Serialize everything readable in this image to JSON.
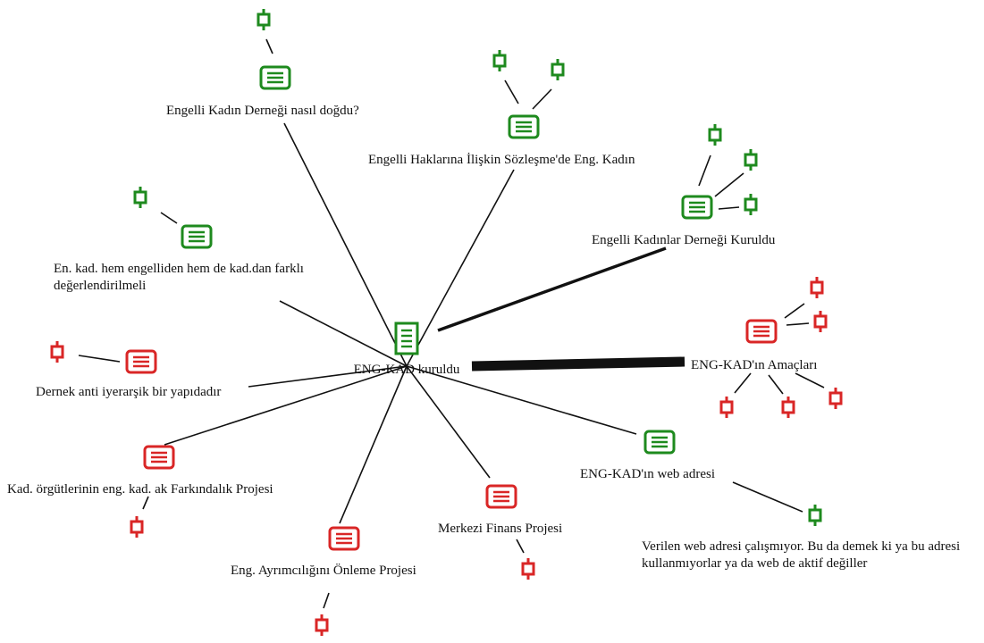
{
  "colors": {
    "green": "#1e8a1e",
    "red": "#d92626",
    "edge": "#111111",
    "text": "#111111"
  },
  "center": {
    "label": "ENG-KAD kuruldu",
    "color": "green",
    "icon": "document-icon"
  },
  "topics": [
    {
      "id": "dogdu",
      "label_lines": [
        "Engelli Kadın Derneği nasıl doğdu?"
      ],
      "color": "green",
      "icon": "memo-icon",
      "quotes": 1
    },
    {
      "id": "sozlesme",
      "label_lines": [
        "Engelli Haklarına İlişkin Sözleşme'de Eng. Kadın"
      ],
      "color": "green",
      "icon": "memo-icon",
      "quotes": 2
    },
    {
      "id": "kuruldu",
      "label_lines": [
        "Engelli Kadınlar Derneği Kuruldu"
      ],
      "color": "green",
      "icon": "memo-icon",
      "quotes": 3
    },
    {
      "id": "farkli",
      "label_lines": [
        "En. kad. hem engelliden hem de kad.dan farklı",
        "değerlendirilmeli"
      ],
      "color": "green",
      "icon": "memo-icon",
      "quotes": 1
    },
    {
      "id": "hiyerarsik",
      "label_lines": [
        "Dernek anti iyerarşik bir yapıdadır"
      ],
      "color": "red",
      "icon": "memo-icon",
      "quotes": 1
    },
    {
      "id": "amaclari",
      "label_lines": [
        "ENG-KAD'ın Amaçları"
      ],
      "color": "red",
      "icon": "memo-icon",
      "quotes": 5
    },
    {
      "id": "farkindalik",
      "label_lines": [
        "Kad. örgütlerinin eng. kad. ak Farkındalık Projesi"
      ],
      "color": "red",
      "icon": "memo-icon",
      "quotes": 1
    },
    {
      "id": "ayrimcilik",
      "label_lines": [
        "Eng. Ayrımcılığını Önleme Projesi"
      ],
      "color": "red",
      "icon": "memo-icon",
      "quotes": 1
    },
    {
      "id": "finans",
      "label_lines": [
        "Merkezi Finans Projesi"
      ],
      "color": "red",
      "icon": "memo-icon",
      "quotes": 1
    },
    {
      "id": "web",
      "label_lines": [
        "ENG-KAD'ın web adresi"
      ],
      "color": "green",
      "icon": "memo-icon",
      "quotes": 1
    },
    {
      "id": "calismiyor",
      "label_lines": [
        "Verilen web adresi çalışmıyor. Bu da demek ki ya bu adresi",
        "kullanmıyorlar ya da web de aktif değiller"
      ],
      "color": "green",
      "icon": "quote-icon",
      "quotes": 0
    }
  ],
  "quote_icon": "quote-icon"
}
